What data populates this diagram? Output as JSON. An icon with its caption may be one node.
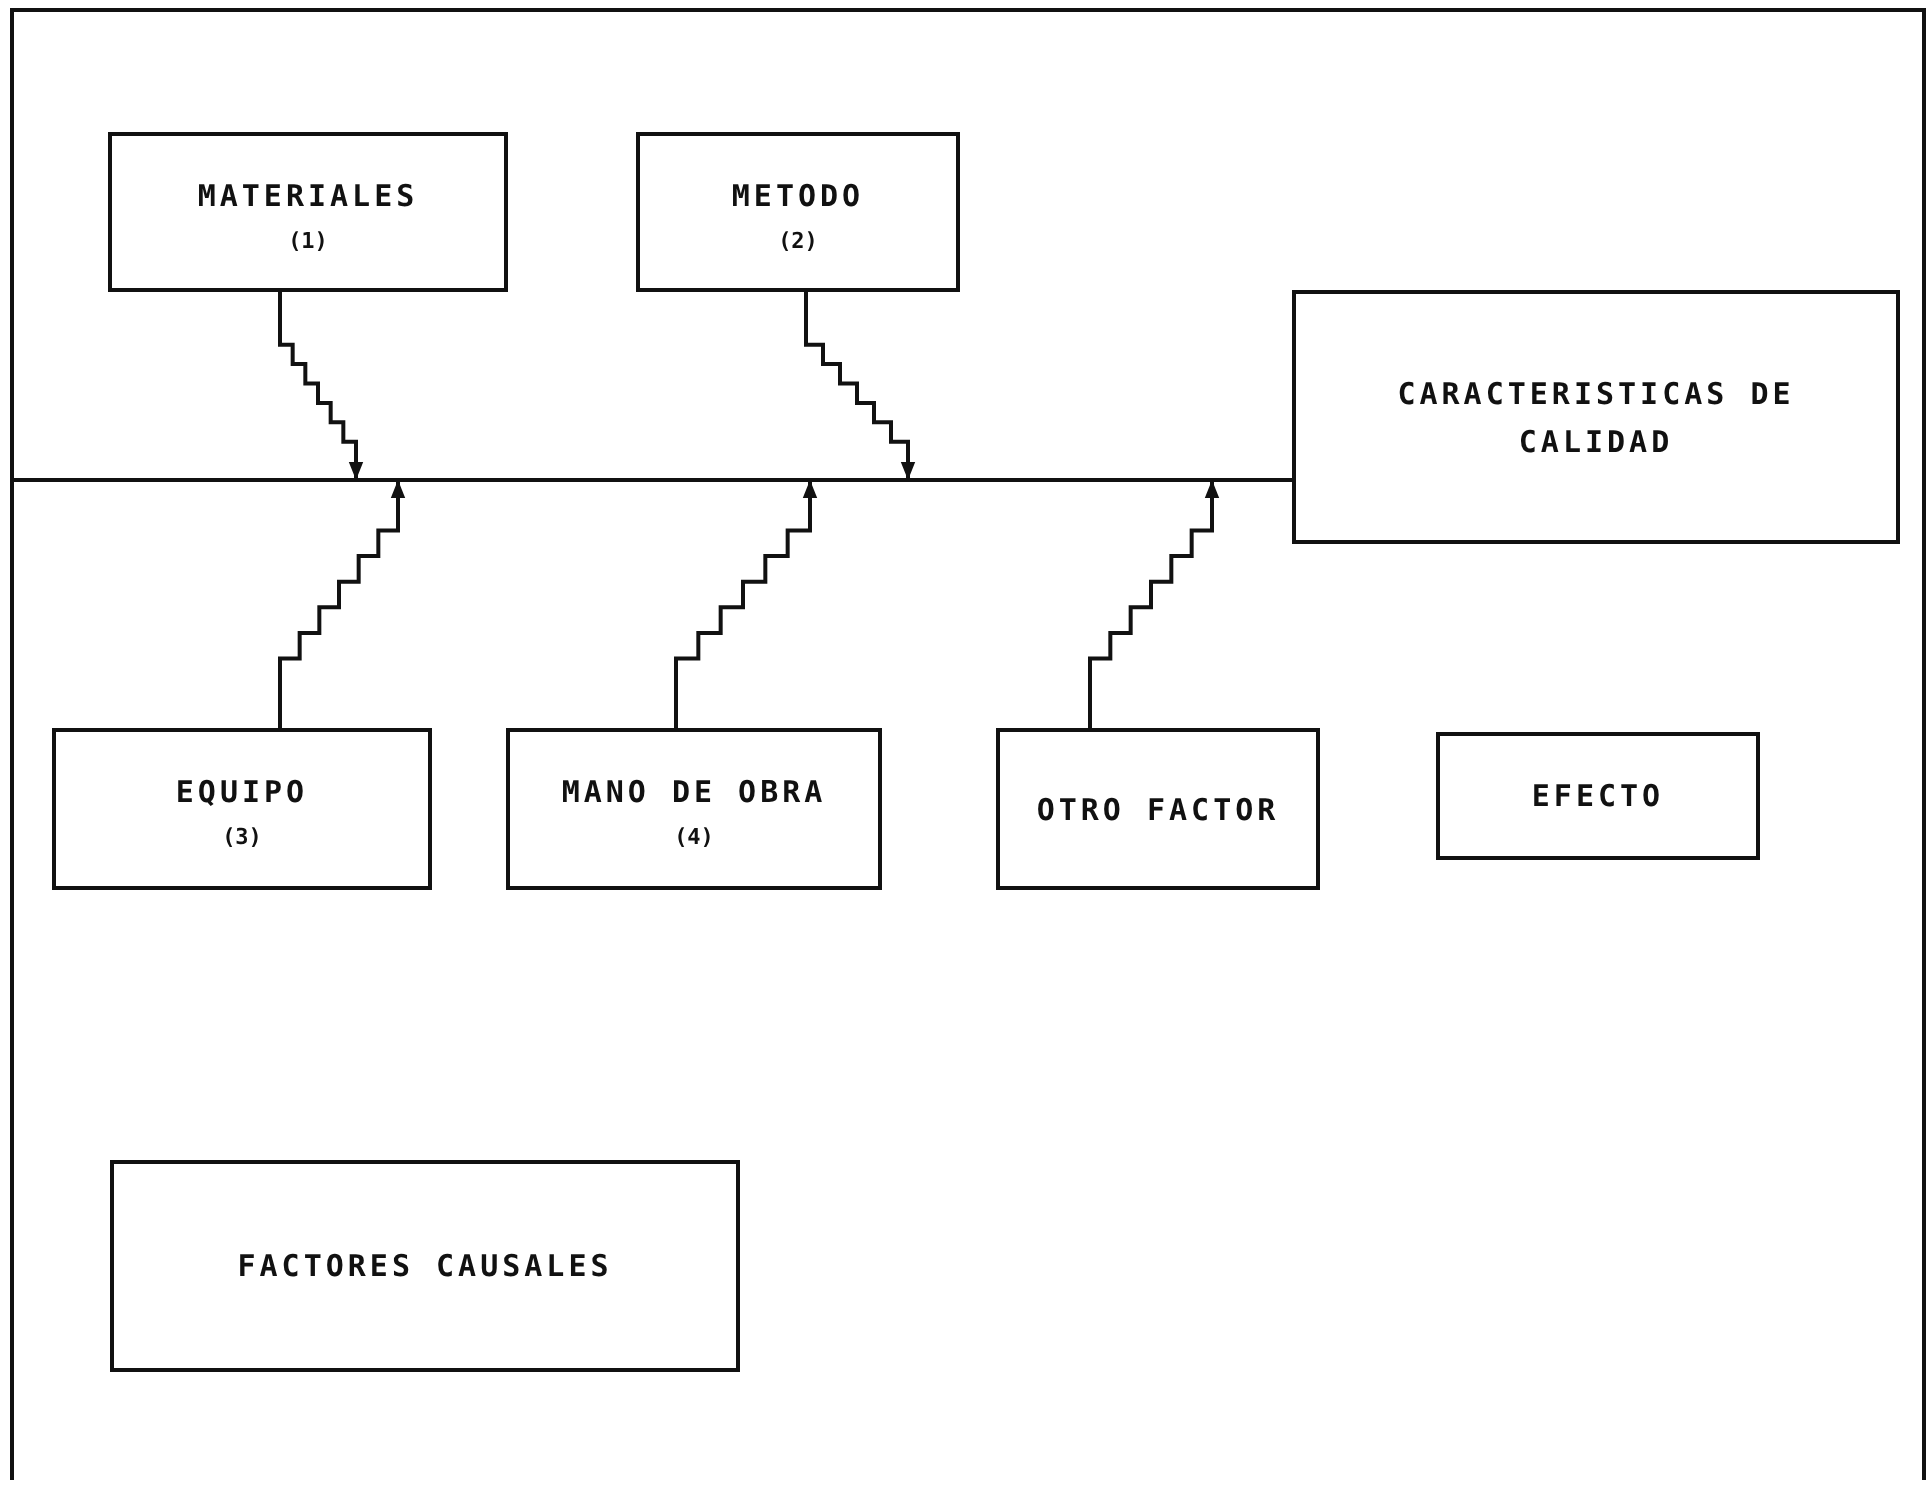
{
  "diagram": {
    "nodes": [
      {
        "text": [
          "MATERIALES",
          "(1)"
        ]
      },
      {
        "text": [
          "METODO",
          "(2)"
        ]
      },
      {
        "text": [
          "CARACTERISTICAS DE CALIDAD"
        ]
      },
      {
        "text": [
          "EQUIPO",
          "(3)"
        ]
      },
      {
        "text": [
          "MANO DE OBRA",
          "(4)"
        ]
      },
      {
        "text": [
          "OTRO FACTOR"
        ]
      },
      {
        "text": [
          "EFECTO"
        ]
      },
      {
        "text": [
          "FACTORES CAUSALES"
        ]
      }
    ],
    "edges": [
      {
        "from": null,
        "to": 2,
        "arrow": "none"
      },
      {
        "from": 0,
        "to": null,
        "arrow": "to"
      },
      {
        "from": 3,
        "to": null,
        "arrow": "to"
      },
      {
        "from": 4,
        "to": null,
        "arrow": "to"
      },
      {
        "from": 1,
        "to": null,
        "arrow": "to"
      },
      {
        "from": 5,
        "to": null,
        "arrow": "to"
      }
    ]
  }
}
